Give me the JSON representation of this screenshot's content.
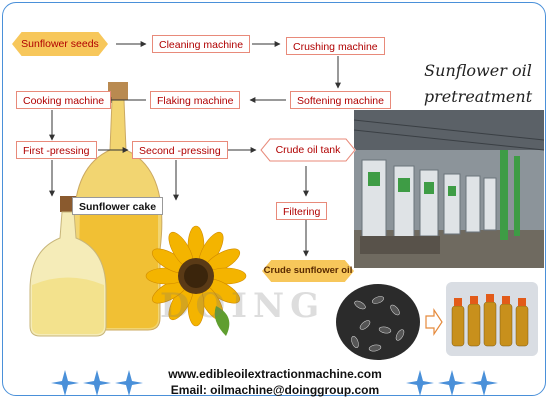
{
  "diagram": {
    "caption_line1": "Sunflower oil",
    "caption_line2": "pretreatment",
    "nodes": {
      "sunflower_seeds": "Sunflower seeds",
      "cleaning": "Cleaning machine",
      "crushing": "Crushing machine",
      "softening": "Softening machine",
      "flaking": "Flaking machine",
      "cooking": "Cooking machine",
      "first_pressing": "First -pressing",
      "second_pressing": "Second -pressing",
      "crude_oil_tank": "Crude oil tank",
      "sunflower_cake": "Sunflower cake",
      "filtering": "Filtering",
      "crude_sunflower_oil": "Crude sunflower oil"
    }
  },
  "watermark": "DOING",
  "footer": {
    "website": "www.edibleoilextractionmachine.com",
    "email": "Email: oilmachine@doinggroup.com"
  },
  "colors": {
    "node_text": "#b00000",
    "node_border": "#e88a7a",
    "hex_fill": "#f7c75b",
    "frame": "#4a90d9",
    "footer_star": "#4a90d9"
  }
}
